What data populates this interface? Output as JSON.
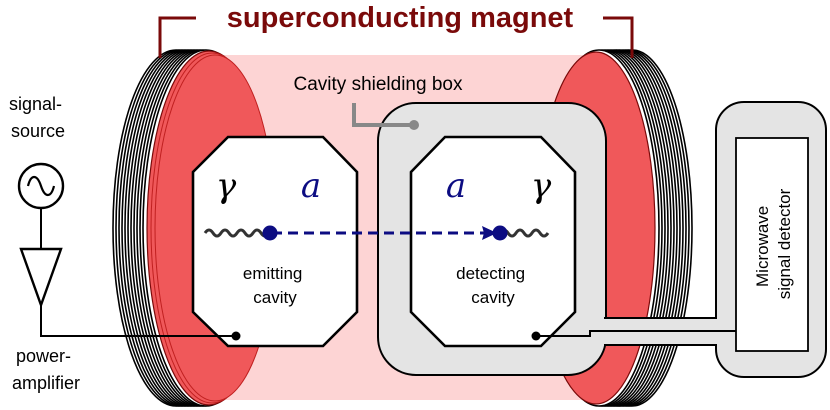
{
  "title": "superconducting magnet",
  "shield_label": "Cavity shielding box",
  "source": {
    "line1": "signal-",
    "line2": "source",
    "icon": "sine-wave-icon"
  },
  "amplifier": {
    "line1": "power-",
    "line2": "amplifier",
    "icon": "triangle-amplifier-icon"
  },
  "emitting_cavity": {
    "line1": "emitting",
    "line2": "cavity",
    "gamma": "γ",
    "axion": "a"
  },
  "detecting_cavity": {
    "line1": "detecting",
    "line2": "cavity",
    "gamma": "γ",
    "axion": "a"
  },
  "detector": {
    "line1": "Microwave",
    "line2": "signal detector"
  },
  "colors": {
    "magnet_title": "#7a0a0a",
    "coil_face": "#f0585a",
    "field_region": "#fdd4d4",
    "shield_fill": "#e4e4e4",
    "axion": "#0c0c82"
  }
}
